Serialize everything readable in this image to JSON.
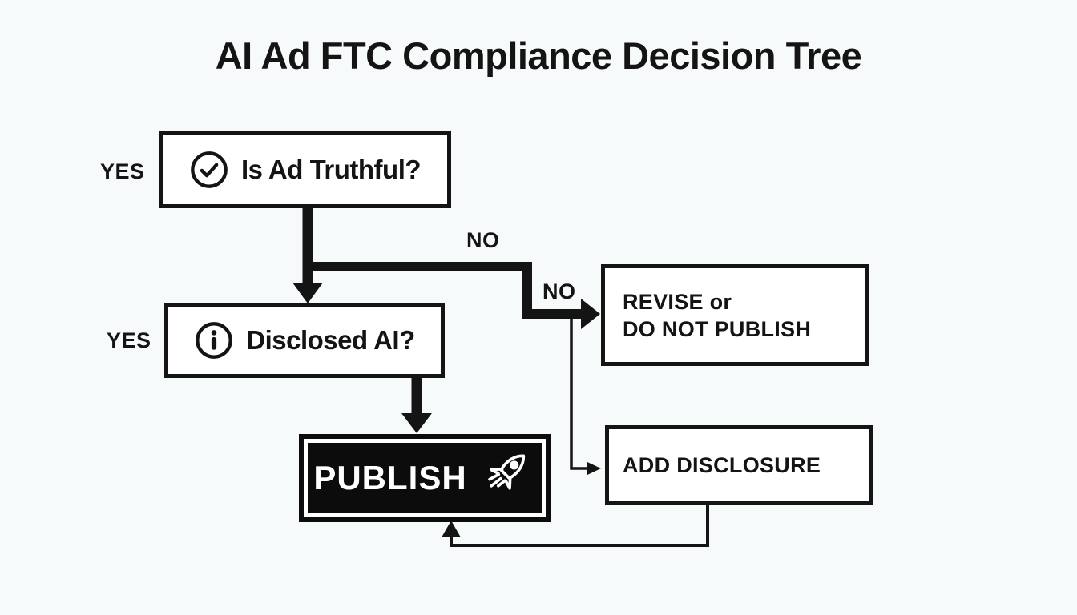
{
  "title": "AI Ad FTC Compliance Decision Tree",
  "colors": {
    "ink": "#141414",
    "background": "#f7fafa",
    "box_fill": "#ffffff",
    "publish_bg": "#0c0c0c",
    "publish_text": "#ffffff"
  },
  "nodes": {
    "truthful": {
      "label": "Is Ad Truthful?",
      "icon": "check-circle-icon"
    },
    "disclosed": {
      "label": "Disclosed AI?",
      "icon": "info-circle-icon"
    },
    "revise": {
      "line1": "REVISE or",
      "line2": "DO NOT PUBLISH"
    },
    "add_disclosure": {
      "label": "ADD DISCLOSURE"
    },
    "publish": {
      "label": "PUBLISH",
      "icon": "rocket-icon"
    }
  },
  "edge_labels": {
    "yes_truthful": "YES",
    "yes_disclosed": "YES",
    "no_truthful": "NO",
    "no_disclosed": "NO"
  }
}
